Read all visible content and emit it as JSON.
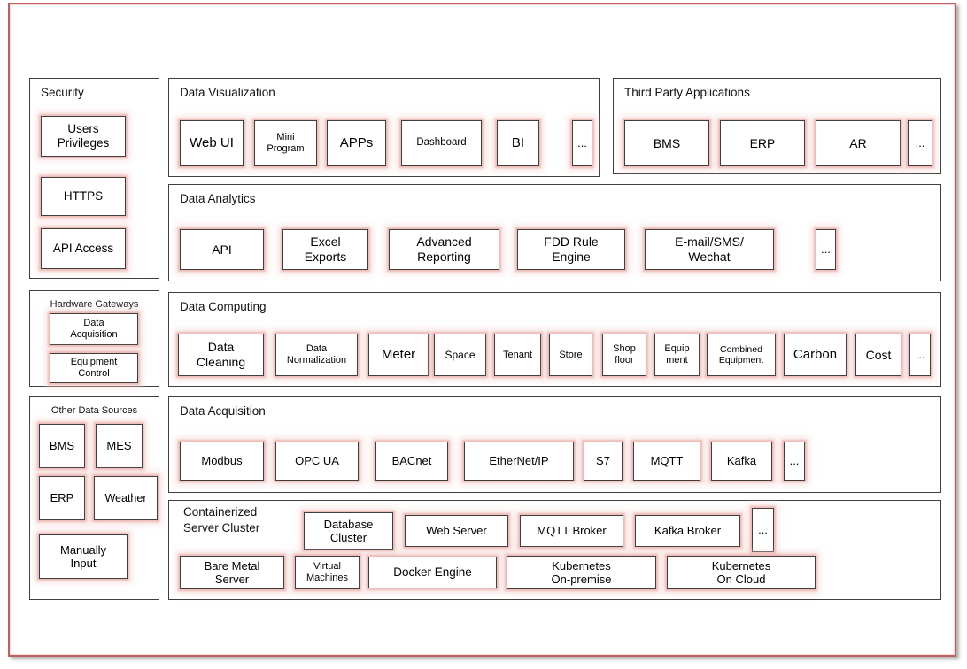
{
  "colors": {
    "frame_border": "#bd625e",
    "panel_border": "#3f3f3f",
    "box_border": "#3f3f3f",
    "box_glow": "#e9aaa5",
    "background": "#ffffff",
    "text": "#000000"
  },
  "panels": {
    "security": {
      "title": "Security",
      "items": [
        "Users\nPrivileges",
        "HTTPS",
        "API Access"
      ]
    },
    "data_visualization": {
      "title": "Data Visualization",
      "items": [
        "Web UI",
        "Mini\nProgram",
        "APPs",
        "Dashboard",
        "BI",
        "..."
      ]
    },
    "third_party": {
      "title": "Third Party Applications",
      "items": [
        "BMS",
        "ERP",
        "AR",
        "..."
      ]
    },
    "data_analytics": {
      "title": "Data Analytics",
      "items": [
        "API",
        "Excel\nExports",
        "Advanced\nReporting",
        "FDD Rule\nEngine",
        "E-mail/SMS/\nWechat",
        "..."
      ]
    },
    "hardware_gateways": {
      "title": "Hardware Gateways",
      "items": [
        "Data\nAcquisition",
        "Equipment\nControl"
      ]
    },
    "data_computing": {
      "title": "Data Computing",
      "items": [
        "Data\nCleaning",
        "Data\nNormalization",
        "Meter",
        "Space",
        "Tenant",
        "Store",
        "Shop\nfloor",
        "Equip\nment",
        "Combined\nEquipment",
        "Carbon",
        "Cost",
        "..."
      ]
    },
    "other_data_sources": {
      "title": "Other Data Sources",
      "items": [
        "BMS",
        "MES",
        "ERP",
        "Weather",
        "Manually\nInput"
      ]
    },
    "data_acquisition": {
      "title": "Data Acquisition",
      "items": [
        "Modbus",
        "OPC UA",
        "BACnet",
        "EtherNet/IP",
        "S7",
        "MQTT",
        "Kafka",
        "..."
      ]
    },
    "containerized_cluster": {
      "title": "Containerized\nServer Cluster",
      "row1": [
        "Database\nCluster",
        "Web Server",
        "MQTT Broker",
        "Kafka Broker",
        "..."
      ],
      "row2": [
        "Bare Metal\nServer",
        "Virtual\nMachines",
        "Docker Engine",
        "Kubernetes\nOn-premise",
        "Kubernetes\nOn Cloud"
      ]
    }
  }
}
